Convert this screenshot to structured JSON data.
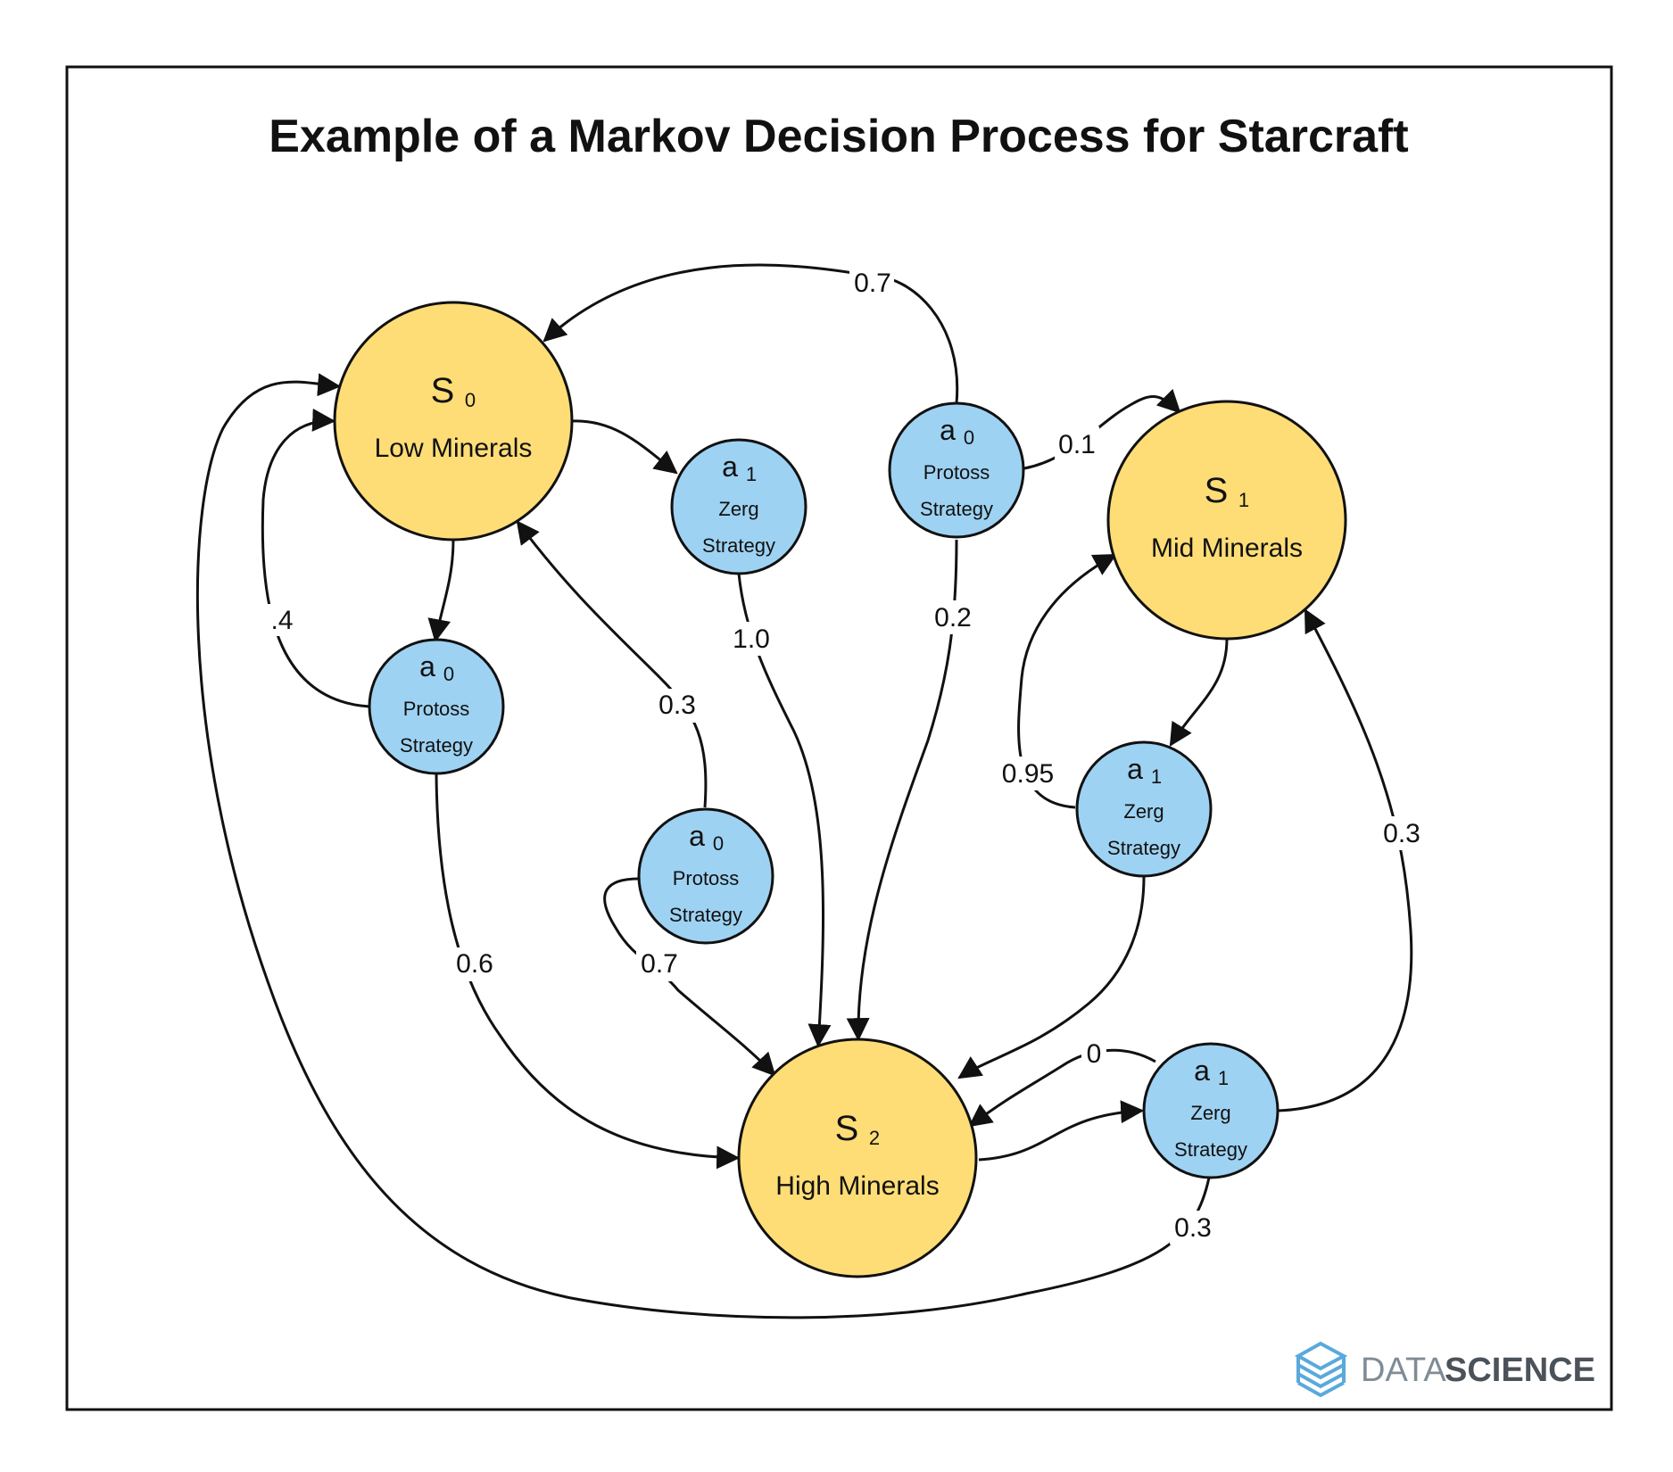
{
  "title": "Example of a Markov Decision Process for Starcraft",
  "states": {
    "s0": {
      "symbol": "S",
      "index": "0",
      "name": "Low Minerals"
    },
    "s1": {
      "symbol": "S",
      "index": "1",
      "name": "Mid Minerals"
    },
    "s2": {
      "symbol": "S",
      "index": "2",
      "name": "High Minerals"
    }
  },
  "actions": {
    "s0_a0": {
      "symbol": "a",
      "index": "0",
      "line1": "Protoss",
      "line2": "Strategy"
    },
    "s0_a1": {
      "symbol": "a",
      "index": "1",
      "line1": "Zerg",
      "line2": "Strategy"
    },
    "s1_a0": {
      "symbol": "a",
      "index": "0",
      "line1": "Protoss",
      "line2": "Strategy"
    },
    "s1_a1": {
      "symbol": "a",
      "index": "1",
      "line1": "Zerg",
      "line2": "Strategy"
    },
    "s2_a0": {
      "symbol": "a",
      "index": "0",
      "line1": "Protoss",
      "line2": "Strategy"
    },
    "s2_a1": {
      "symbol": "a",
      "index": "1",
      "line1": "Zerg",
      "line2": "Strategy"
    }
  },
  "transitions": {
    "t_top_07": "0.7",
    "t_01": "0.1",
    "t_02": "0.2",
    "t_10": "1.0",
    "t_04": ".4",
    "t_03_left": "0.3",
    "t_06": "0.6",
    "t_07_low": "0.7",
    "t_095": "0.95",
    "t_03_right": "0.3",
    "t_0": "0",
    "t_03_bottom": "0.3"
  },
  "brand": {
    "part1": "DATA",
    "part2": "SCIENCE"
  },
  "colors": {
    "state_fill": "#fedd77",
    "action_fill": "#9ed2f2",
    "stroke": "#111111"
  }
}
